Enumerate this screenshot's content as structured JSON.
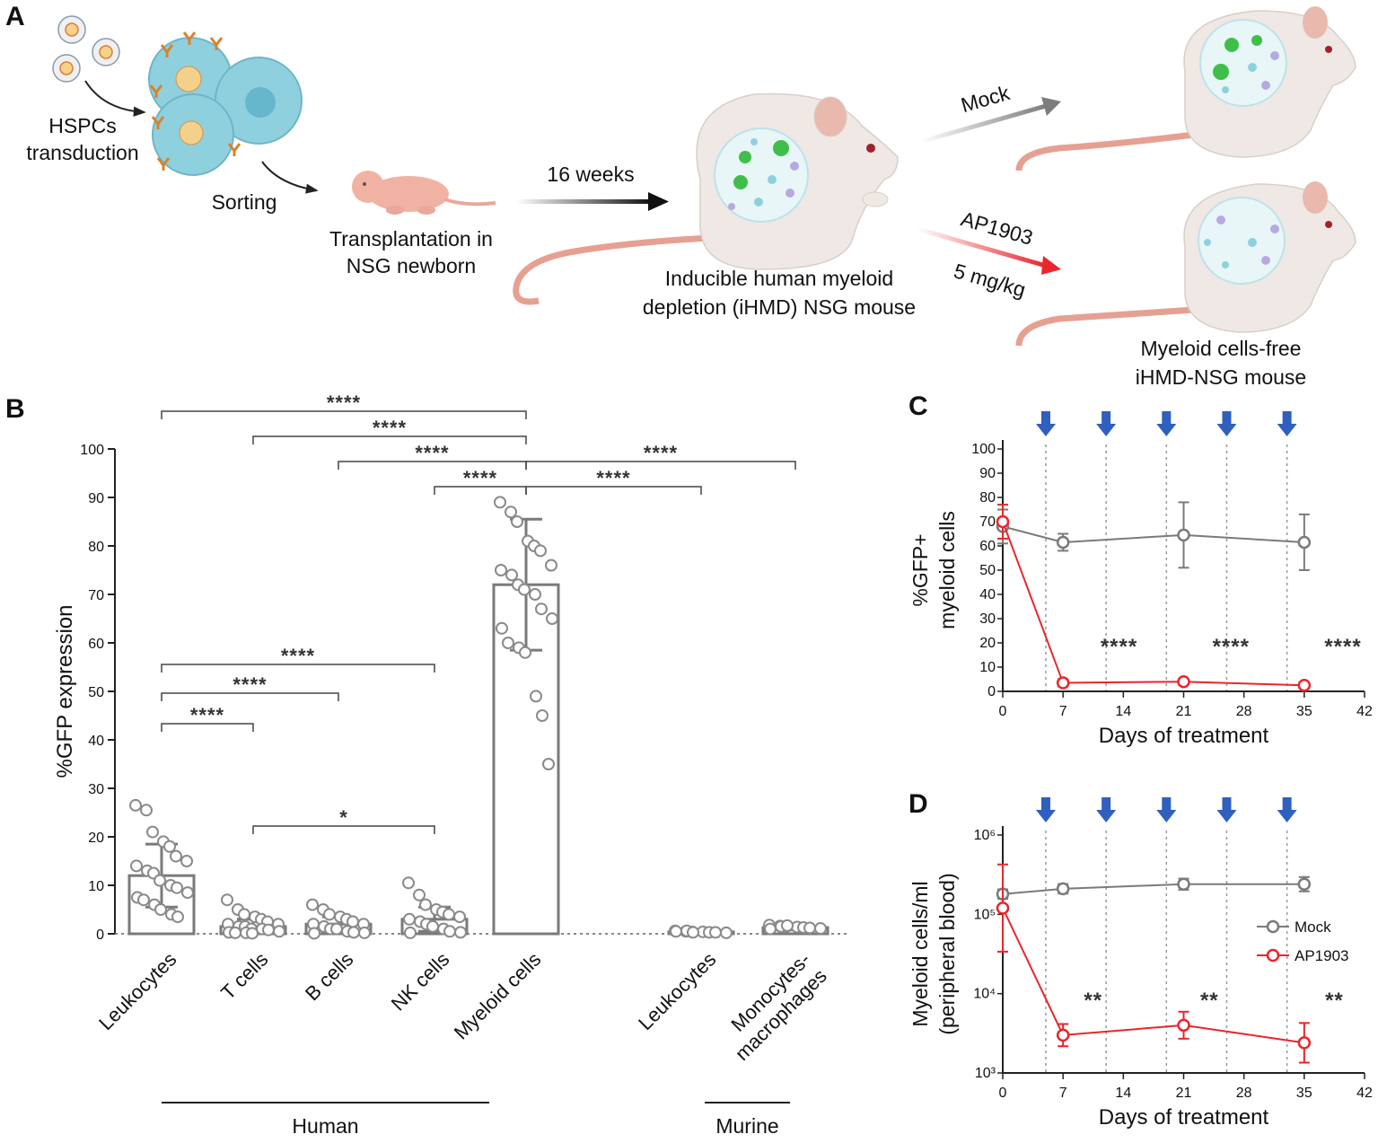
{
  "panels": {
    "a": {
      "label": "A",
      "hspc": "HSPCs",
      "transduction": "transduction",
      "sorting": "Sorting",
      "transplant_line1": "Transplantation in",
      "transplant_line2": "NSG newborn",
      "weeks": "16 weeks",
      "ihmd_line1": "Inducible human myeloid",
      "ihmd_line2": "depletion (iHMD) NSG mouse",
      "mock": "Mock",
      "drug": "AP1903",
      "dose": "5 mg/kg",
      "free_line1": "Myeloid cells-free",
      "free_line2": "iHMD-NSG  mouse"
    },
    "b": {
      "label": "B"
    },
    "c": {
      "label": "C"
    },
    "d": {
      "label": "D"
    }
  },
  "colors": {
    "mock": "#7a7a7a",
    "ap1903": "#e8262b",
    "arrow_blue": "#2f5fbf",
    "cell_blue": "#a9dbe8"
  },
  "chart_data": [
    {
      "panel": "B",
      "type": "bar",
      "ylabel": "%GFP expression",
      "ylim": [
        0,
        100
      ],
      "yticks": [
        0,
        10,
        20,
        30,
        40,
        50,
        60,
        70,
        80,
        90,
        100
      ],
      "categories": [
        "Leukocytes",
        "T cells",
        "B cells",
        "NK cells",
        "Myeloid cells",
        "Leukocytes",
        "Monocytes-\nmacrophages"
      ],
      "cat_lines": [
        [
          "Leukocytes"
        ],
        [
          "T cells"
        ],
        [
          "B cells"
        ],
        [
          "NK cells"
        ],
        [
          "Myeloid cells"
        ],
        [
          "Leukocytes"
        ],
        [
          "Monocytes-",
          "macrophages"
        ]
      ],
      "values": [
        12,
        1.5,
        2,
        3,
        72,
        0.4,
        1.3
      ],
      "sd": [
        6.5,
        1.5,
        1.5,
        2.5,
        13.5,
        0.3,
        0.5
      ],
      "groups": [
        {
          "name": "Human",
          "from": 0,
          "to": 4
        },
        {
          "name": "Murine",
          "from": 5,
          "to": 6
        }
      ],
      "points": [
        [
          26.5,
          25.5,
          21,
          19,
          18,
          16,
          15,
          14,
          13,
          12.5,
          11,
          10,
          9.5,
          8.5,
          7.5,
          7,
          6,
          5,
          4,
          3.5
        ],
        [
          7,
          5,
          4,
          3.5,
          3,
          2.5,
          2,
          2,
          1.5,
          1.5,
          1,
          1,
          0.8,
          0.5,
          0.3,
          0.2,
          0.2,
          0.1
        ],
        [
          6,
          5,
          4,
          3.5,
          3,
          2.5,
          2,
          2,
          1.5,
          1,
          1,
          0.5,
          0.3,
          0.2,
          0.1
        ],
        [
          10.5,
          8,
          6,
          5,
          4.5,
          4,
          3.5,
          3,
          2.5,
          2,
          1.5,
          1,
          0.5,
          0.3,
          0.2
        ],
        [
          89,
          87,
          85,
          81,
          80,
          79,
          76,
          75,
          74,
          72,
          71,
          70,
          67,
          65,
          63,
          60,
          59,
          58,
          49,
          45,
          35
        ],
        [
          0.6,
          0.5,
          0.4,
          0.4,
          0.3,
          0.3,
          0.2,
          0.5,
          0.6,
          0.3
        ],
        [
          1.8,
          1.6,
          1.5,
          1.4,
          1.3,
          1.2,
          1.1,
          1.0,
          1.5,
          1.7
        ]
      ],
      "comparisons": [
        {
          "a": 0,
          "b": 4,
          "label": "****"
        },
        {
          "a": 1,
          "b": 4,
          "label": "****"
        },
        {
          "a": 2,
          "b": 4,
          "label": "****"
        },
        {
          "a": 4,
          "b": 6,
          "label": "****"
        },
        {
          "a": 3,
          "b": 4,
          "label": "****"
        },
        {
          "a": 4,
          "b": 5,
          "label": "****"
        },
        {
          "a": 0,
          "b": 3,
          "label": "****"
        },
        {
          "a": 0,
          "b": 2,
          "label": "****"
        },
        {
          "a": 0,
          "b": 1,
          "label": "****"
        },
        {
          "a": 1,
          "b": 3,
          "label": "*"
        }
      ]
    },
    {
      "panel": "C",
      "type": "line",
      "ylabel_line1": "%GFP+",
      "ylabel_line2": "myeloid cells",
      "xlabel": "Days of treatment",
      "xlim": [
        0,
        42
      ],
      "xticks": [
        0,
        7,
        14,
        21,
        28,
        35,
        42
      ],
      "ylim": [
        0,
        100
      ],
      "yticks": [
        0,
        10,
        20,
        30,
        40,
        50,
        60,
        70,
        80,
        90,
        100
      ],
      "treatment_days": [
        5,
        12,
        19,
        26,
        33
      ],
      "series": [
        {
          "key": "mock",
          "x": [
            0,
            7,
            21,
            35
          ],
          "y": [
            68,
            61.5,
            64.5,
            61.5
          ],
          "err": [
            7,
            3.5,
            13.5,
            11.5
          ]
        },
        {
          "key": "ap1903",
          "x": [
            0,
            7,
            21,
            35
          ],
          "y": [
            70,
            3.5,
            4,
            2.5
          ],
          "err": [
            7,
            1.5,
            1,
            1
          ]
        }
      ],
      "sig": [
        {
          "x": 13.5,
          "label": "****"
        },
        {
          "x": 26.5,
          "label": "****"
        },
        {
          "x": 39.5,
          "label": "****"
        }
      ]
    },
    {
      "panel": "D",
      "type": "line",
      "yscale": "log",
      "ylabel_line1": "Myeloid cells/ml",
      "ylabel_line2": "(peripheral blood)",
      "xlabel": "Days of treatment",
      "xlim": [
        0,
        42
      ],
      "xticks": [
        0,
        7,
        14,
        21,
        28,
        35,
        42
      ],
      "ylim_exp": [
        3,
        6
      ],
      "yticks": [
        "10³",
        "10⁴",
        "10⁵",
        "10⁶"
      ],
      "treatment_days": [
        5,
        12,
        19,
        26,
        33
      ],
      "series": [
        {
          "key": "mock",
          "name": "Mock",
          "x": [
            0,
            7,
            21,
            35
          ],
          "y": [
            180000,
            210000,
            240000,
            240000
          ],
          "err_log": [
            0.06,
            0.06,
            0.07,
            0.09
          ]
        },
        {
          "key": "ap1903",
          "name": "AP1903",
          "x": [
            0,
            7,
            21,
            35
          ],
          "y": [
            120000,
            3000,
            4000,
            2400
          ],
          "err_log": [
            0.55,
            0.14,
            0.17,
            0.25
          ]
        }
      ],
      "sig": [
        {
          "x": 10.5,
          "label": "**"
        },
        {
          "x": 24,
          "label": "**"
        },
        {
          "x": 38.5,
          "label": "**"
        }
      ]
    }
  ]
}
